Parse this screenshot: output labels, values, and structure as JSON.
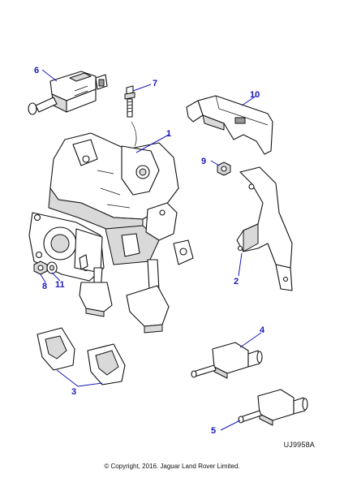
{
  "diagram": {
    "reference_code": "UJ9958A",
    "copyright": "© Copyright, 2016. Jaguar Land Rover Limited.",
    "callouts": {
      "c1": "1",
      "c2": "2",
      "c3": "3",
      "c4": "4",
      "c5": "5",
      "c6": "6",
      "c7": "7",
      "c8": "8",
      "c9": "9",
      "c10": "10",
      "c11": "11"
    }
  },
  "colors": {
    "callout": "#1a1ab8",
    "line": "#111111"
  }
}
